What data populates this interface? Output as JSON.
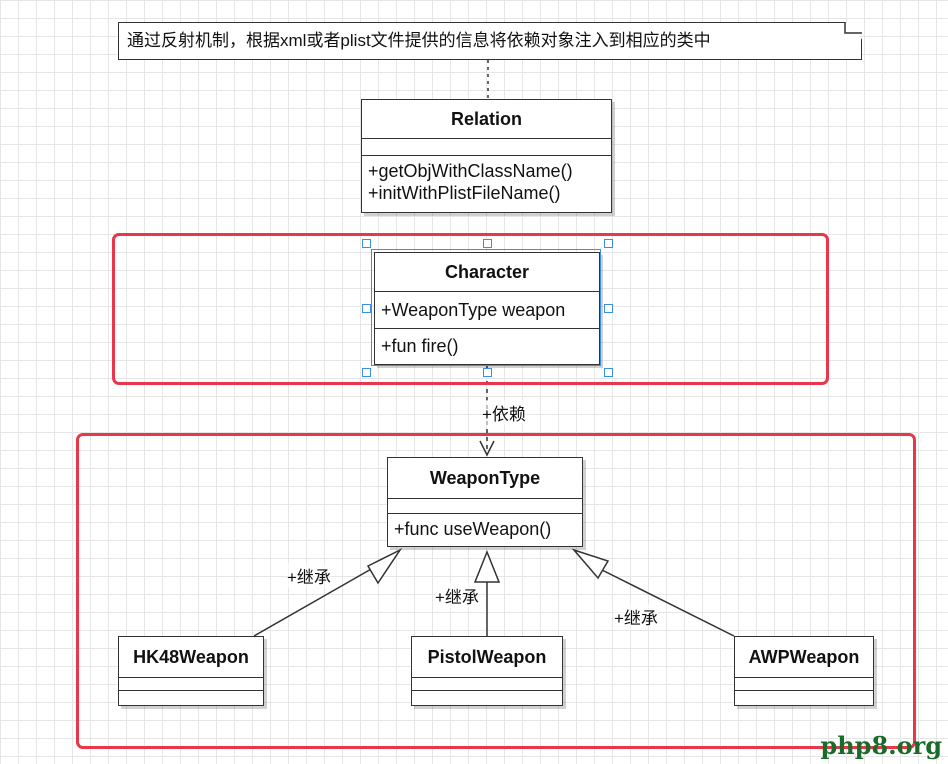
{
  "note": {
    "text": "通过反射机制，根据xml或者plist文件提供的信息将依赖对象注入到相应的类中"
  },
  "classes": {
    "relation": {
      "name": "Relation",
      "methods": [
        "+getObjWithClassName()",
        "+initWithPlistFileName()"
      ]
    },
    "character": {
      "name": "Character",
      "attributes": [
        "+WeaponType weapon"
      ],
      "methods": [
        "+fun fire()"
      ]
    },
    "weapon_type": {
      "name": "WeaponType",
      "methods": [
        "+func useWeapon()"
      ]
    },
    "hk48": {
      "name": "HK48Weapon"
    },
    "pistol": {
      "name": "PistolWeapon"
    },
    "awp": {
      "name": "AWPWeapon"
    }
  },
  "relations": {
    "dependency_label": "+依赖",
    "inherit_hk48": "+继承",
    "inherit_pistol": "+继承",
    "inherit_awp": "+继承"
  },
  "colors": {
    "highlight": "#e8364a",
    "selection": "#3b8fe5",
    "watermark": "#1a6b2a"
  },
  "watermark": "php8.org"
}
